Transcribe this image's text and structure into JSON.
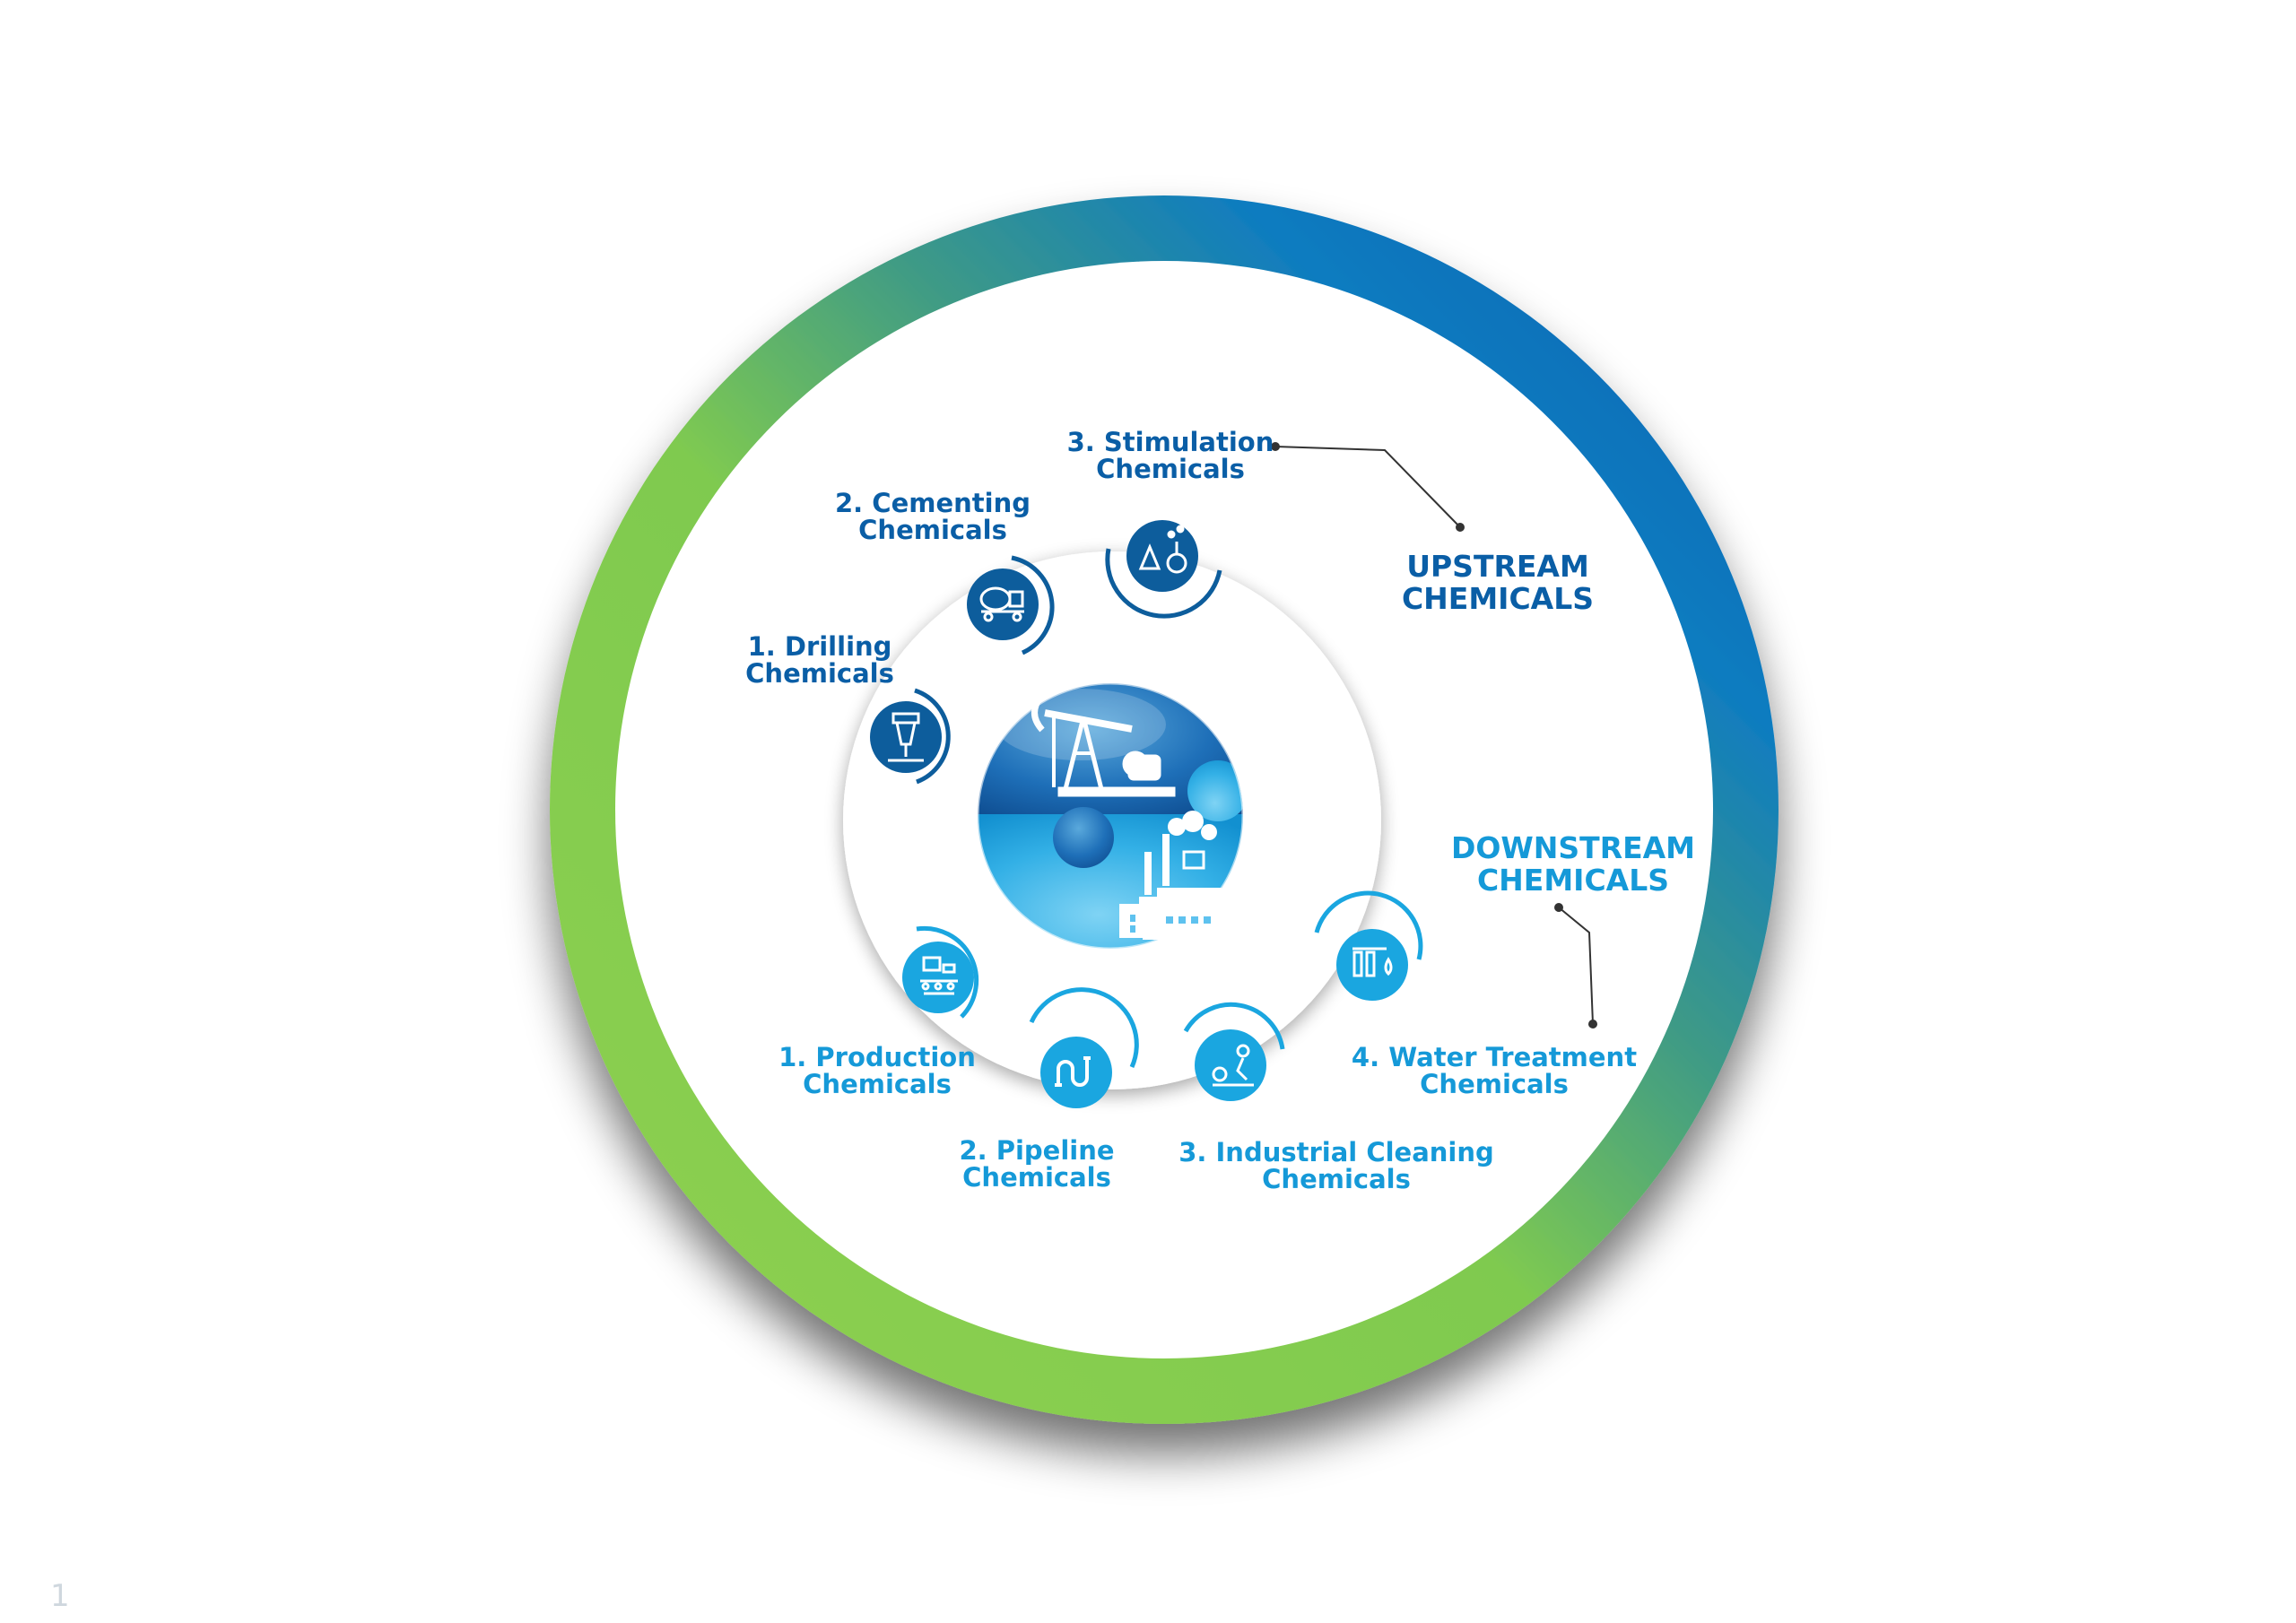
{
  "colors": {
    "ring_green": "#8fd14f",
    "ring_blue": "#0a66b5",
    "upstream_text": "#0a5ea6",
    "downstream_text": "#1599d8",
    "upstream_icon": "#0d5d9c",
    "downstream_icon": "#1aa6e0"
  },
  "upstream": {
    "heading": [
      "UPSTREAM",
      "CHEMICALS"
    ],
    "items": [
      {
        "lines": [
          "1. Drilling",
          "Chemicals"
        ],
        "icon": "drill-bit-icon"
      },
      {
        "lines": [
          "2. Cementing",
          "Chemicals"
        ],
        "icon": "cement-mixer-icon"
      },
      {
        "lines": [
          "3. Stimulation",
          "Chemicals"
        ],
        "icon": "flask-icon"
      }
    ]
  },
  "downstream": {
    "heading": [
      "DOWNSTREAM",
      "CHEMICALS"
    ],
    "items": [
      {
        "lines": [
          "1. Production",
          "Chemicals"
        ],
        "icon": "production-line-icon"
      },
      {
        "lines": [
          "2. Pipeline",
          "Chemicals"
        ],
        "icon": "pipeline-icon"
      },
      {
        "lines": [
          "3. Industrial Cleaning",
          "Chemicals"
        ],
        "icon": "cleaning-worker-icon"
      },
      {
        "lines": [
          "4. Water Treatment",
          "Chemicals"
        ],
        "icon": "water-filter-icon"
      }
    ]
  },
  "center": {
    "top_icon": "oil-pump-jack-icon",
    "bottom_icon": "factory-icon"
  },
  "page_number": "1"
}
